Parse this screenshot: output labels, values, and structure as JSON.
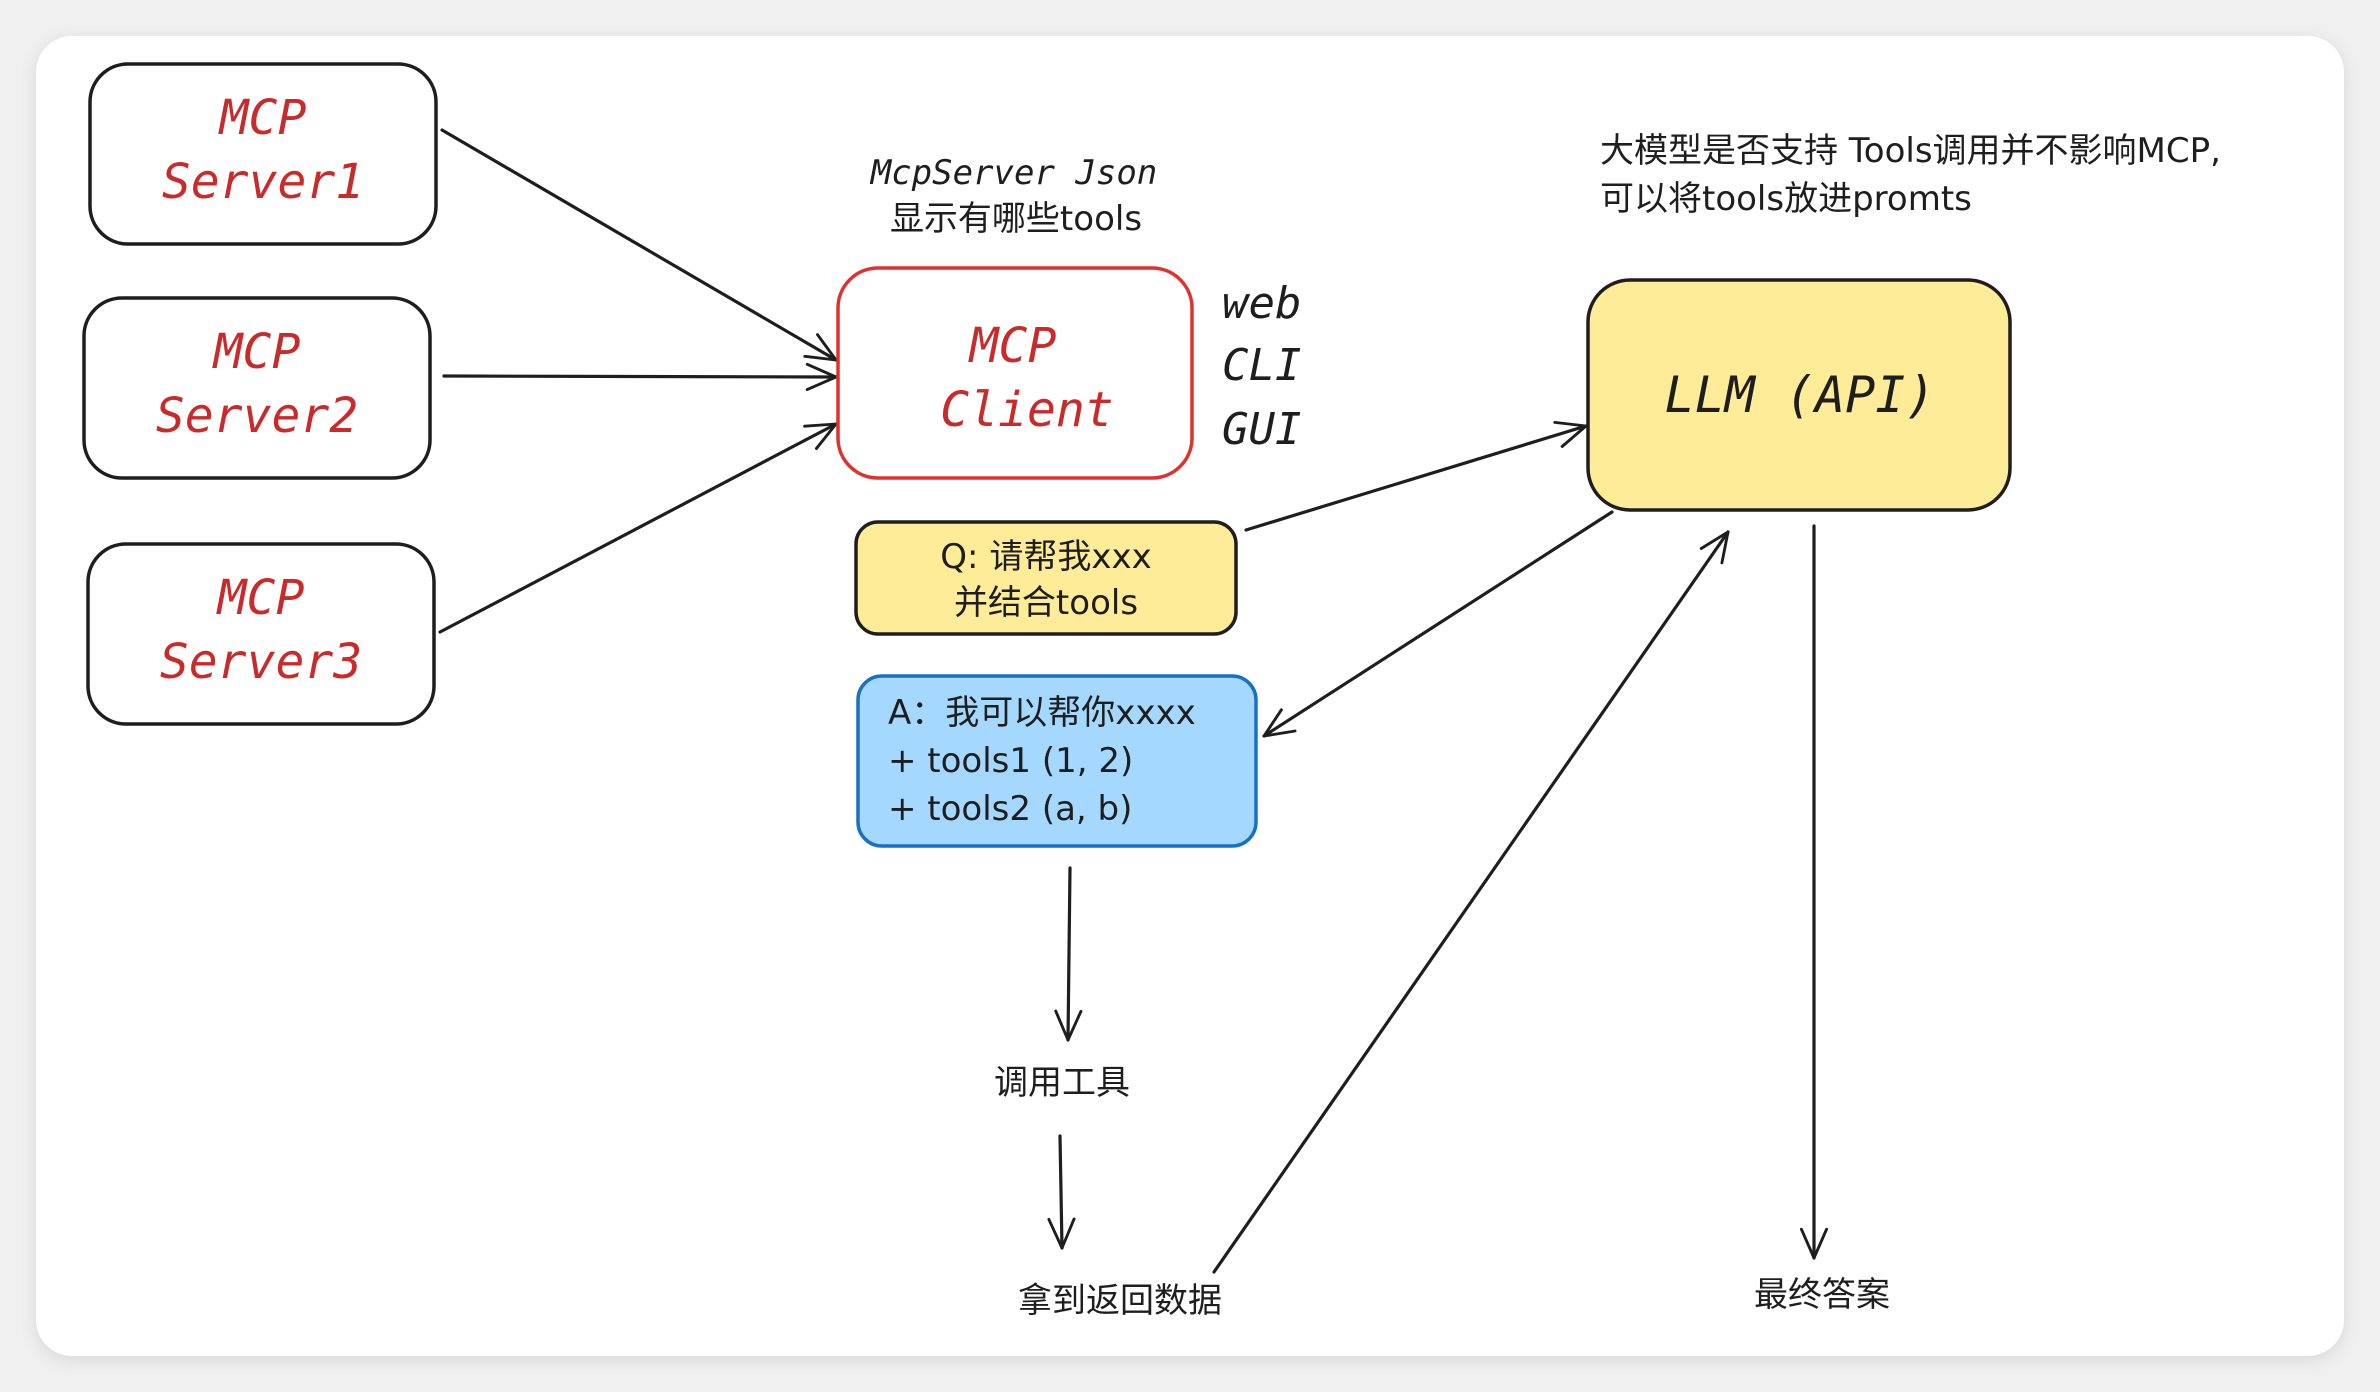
{
  "colors": {
    "stroke": "#1e1e1e",
    "server_text": "#c92a2a",
    "client_stroke": "#e03131",
    "llm_fill": "#ffec99",
    "question_fill": "#ffec99",
    "answer_fill": "#a5d8ff",
    "answer_stroke": "#1971c2"
  },
  "servers": [
    {
      "line1": "MCP",
      "line2": "Server1"
    },
    {
      "line1": "MCP",
      "line2": "Server2"
    },
    {
      "line1": "MCP",
      "line2": "Server3"
    }
  ],
  "client": {
    "line1": "MCP",
    "line2": "Client",
    "note_line1": "McpServer Json",
    "note_line2": "显示有哪些tools",
    "interfaces": [
      "web",
      "CLI",
      "GUI"
    ]
  },
  "llm": {
    "label": "LLM (API)",
    "note_line1": "大模型是否支持 Tools调用并不影响MCP,",
    "note_line2": "可以将tools放进promts"
  },
  "question": {
    "line1": "Q: 请帮我xxx",
    "line2": "并结合tools"
  },
  "answer": {
    "line1": "A：我可以帮你xxxx",
    "line2": "+ tools1 (1, 2)",
    "line3": "+ tools2 (a, b)"
  },
  "steps": {
    "call_tool": "调用工具",
    "get_data": "拿到返回数据",
    "final_answer": "最终答案"
  }
}
